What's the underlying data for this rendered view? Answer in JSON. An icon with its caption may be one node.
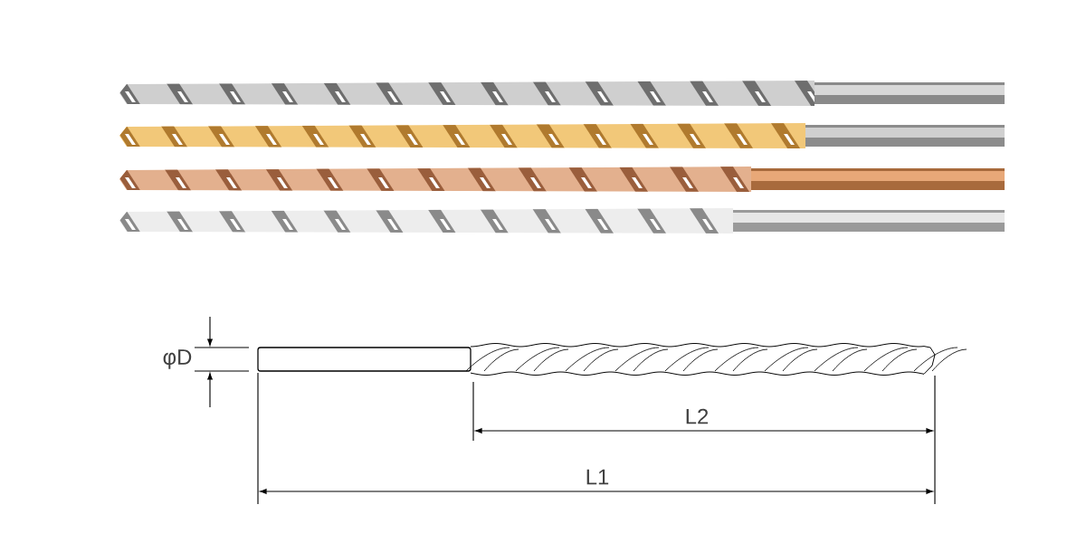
{
  "diagram": {
    "labels": [
      "φD",
      "L2",
      "L1"
    ]
  }
}
